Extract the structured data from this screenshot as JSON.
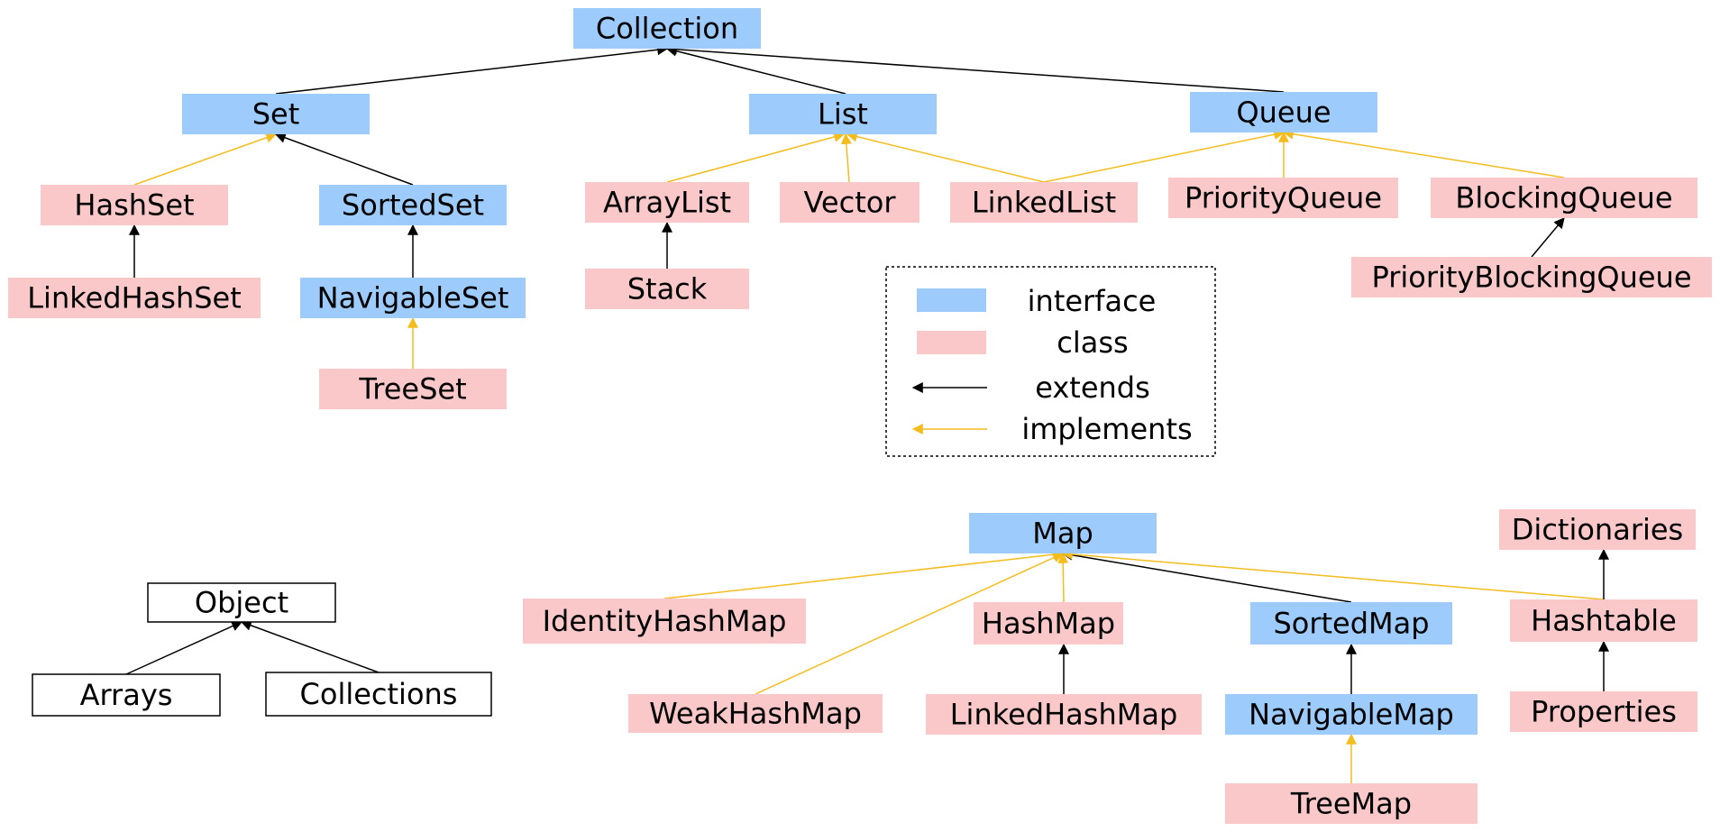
{
  "colors": {
    "interface": "#9ccbfc",
    "class": "#fac8c8",
    "plain": "#ffffff",
    "extends": "#000000",
    "implements": "#f5bc1e"
  },
  "nodes": [
    {
      "id": "collection",
      "label": "Collection",
      "kind": "interface"
    },
    {
      "id": "set",
      "label": "Set",
      "kind": "interface"
    },
    {
      "id": "list",
      "label": "List",
      "kind": "interface"
    },
    {
      "id": "queue",
      "label": "Queue",
      "kind": "interface"
    },
    {
      "id": "hashset",
      "label": "HashSet",
      "kind": "class"
    },
    {
      "id": "sortedset",
      "label": "SortedSet",
      "kind": "interface"
    },
    {
      "id": "linkedhashset",
      "label": "LinkedHashSet",
      "kind": "class"
    },
    {
      "id": "navigableset",
      "label": "NavigableSet",
      "kind": "interface"
    },
    {
      "id": "treeset",
      "label": "TreeSet",
      "kind": "class"
    },
    {
      "id": "arraylist",
      "label": "ArrayList",
      "kind": "class"
    },
    {
      "id": "vector",
      "label": "Vector",
      "kind": "class"
    },
    {
      "id": "linkedlist",
      "label": "LinkedList",
      "kind": "class"
    },
    {
      "id": "stack",
      "label": "Stack",
      "kind": "class"
    },
    {
      "id": "priorityqueue",
      "label": "PriorityQueue",
      "kind": "class"
    },
    {
      "id": "blockingqueue",
      "label": "BlockingQueue",
      "kind": "class"
    },
    {
      "id": "priorityblockingqueue",
      "label": "PriorityBlockingQueue",
      "kind": "class"
    },
    {
      "id": "map",
      "label": "Map",
      "kind": "interface"
    },
    {
      "id": "dictionaries",
      "label": "Dictionaries",
      "kind": "class"
    },
    {
      "id": "identityhashmap",
      "label": "IdentityHashMap",
      "kind": "class"
    },
    {
      "id": "hashmap",
      "label": "HashMap",
      "kind": "class"
    },
    {
      "id": "sortedmap",
      "label": "SortedMap",
      "kind": "interface"
    },
    {
      "id": "hashtable",
      "label": "Hashtable",
      "kind": "class"
    },
    {
      "id": "weakhashmap",
      "label": "WeakHashMap",
      "kind": "class"
    },
    {
      "id": "linkedhashmap",
      "label": "LinkedHashMap",
      "kind": "class"
    },
    {
      "id": "navigablemap",
      "label": "NavigableMap",
      "kind": "interface"
    },
    {
      "id": "properties",
      "label": "Properties",
      "kind": "class"
    },
    {
      "id": "treemap",
      "label": "TreeMap",
      "kind": "class"
    },
    {
      "id": "object",
      "label": "Object",
      "kind": "plain"
    },
    {
      "id": "arrays",
      "label": "Arrays",
      "kind": "plain"
    },
    {
      "id": "collections",
      "label": "Collections",
      "kind": "plain"
    }
  ],
  "edges": [
    {
      "from": "set",
      "to": "collection",
      "type": "extends"
    },
    {
      "from": "list",
      "to": "collection",
      "type": "extends"
    },
    {
      "from": "queue",
      "to": "collection",
      "type": "extends"
    },
    {
      "from": "hashset",
      "to": "set",
      "type": "implements"
    },
    {
      "from": "sortedset",
      "to": "set",
      "type": "extends"
    },
    {
      "from": "linkedhashset",
      "to": "hashset",
      "type": "extends"
    },
    {
      "from": "navigableset",
      "to": "sortedset",
      "type": "extends"
    },
    {
      "from": "treeset",
      "to": "navigableset",
      "type": "implements"
    },
    {
      "from": "arraylist",
      "to": "list",
      "type": "implements"
    },
    {
      "from": "vector",
      "to": "list",
      "type": "implements"
    },
    {
      "from": "linkedlist",
      "to": "list",
      "type": "implements"
    },
    {
      "from": "stack",
      "to": "arraylist",
      "type": "extends"
    },
    {
      "from": "linkedlist",
      "to": "queue",
      "type": "implements"
    },
    {
      "from": "priorityqueue",
      "to": "queue",
      "type": "implements"
    },
    {
      "from": "blockingqueue",
      "to": "queue",
      "type": "implements"
    },
    {
      "from": "priorityblockingqueue",
      "to": "blockingqueue",
      "type": "extends"
    },
    {
      "from": "identityhashmap",
      "to": "map",
      "type": "implements"
    },
    {
      "from": "weakhashmap",
      "to": "map",
      "type": "implements"
    },
    {
      "from": "hashmap",
      "to": "map",
      "type": "implements"
    },
    {
      "from": "sortedmap",
      "to": "map",
      "type": "extends"
    },
    {
      "from": "hashtable",
      "to": "map",
      "type": "implements"
    },
    {
      "from": "linkedhashmap",
      "to": "hashmap",
      "type": "extends"
    },
    {
      "from": "navigablemap",
      "to": "sortedmap",
      "type": "extends"
    },
    {
      "from": "treemap",
      "to": "navigablemap",
      "type": "implements"
    },
    {
      "from": "hashtable",
      "to": "dictionaries",
      "type": "extends"
    },
    {
      "from": "properties",
      "to": "hashtable",
      "type": "extends"
    },
    {
      "from": "arrays",
      "to": "object",
      "type": "extends"
    },
    {
      "from": "collections",
      "to": "object",
      "type": "extends"
    }
  ],
  "legend": {
    "interface": "interface",
    "class": "class",
    "extends": "extends",
    "implements": "implements"
  }
}
